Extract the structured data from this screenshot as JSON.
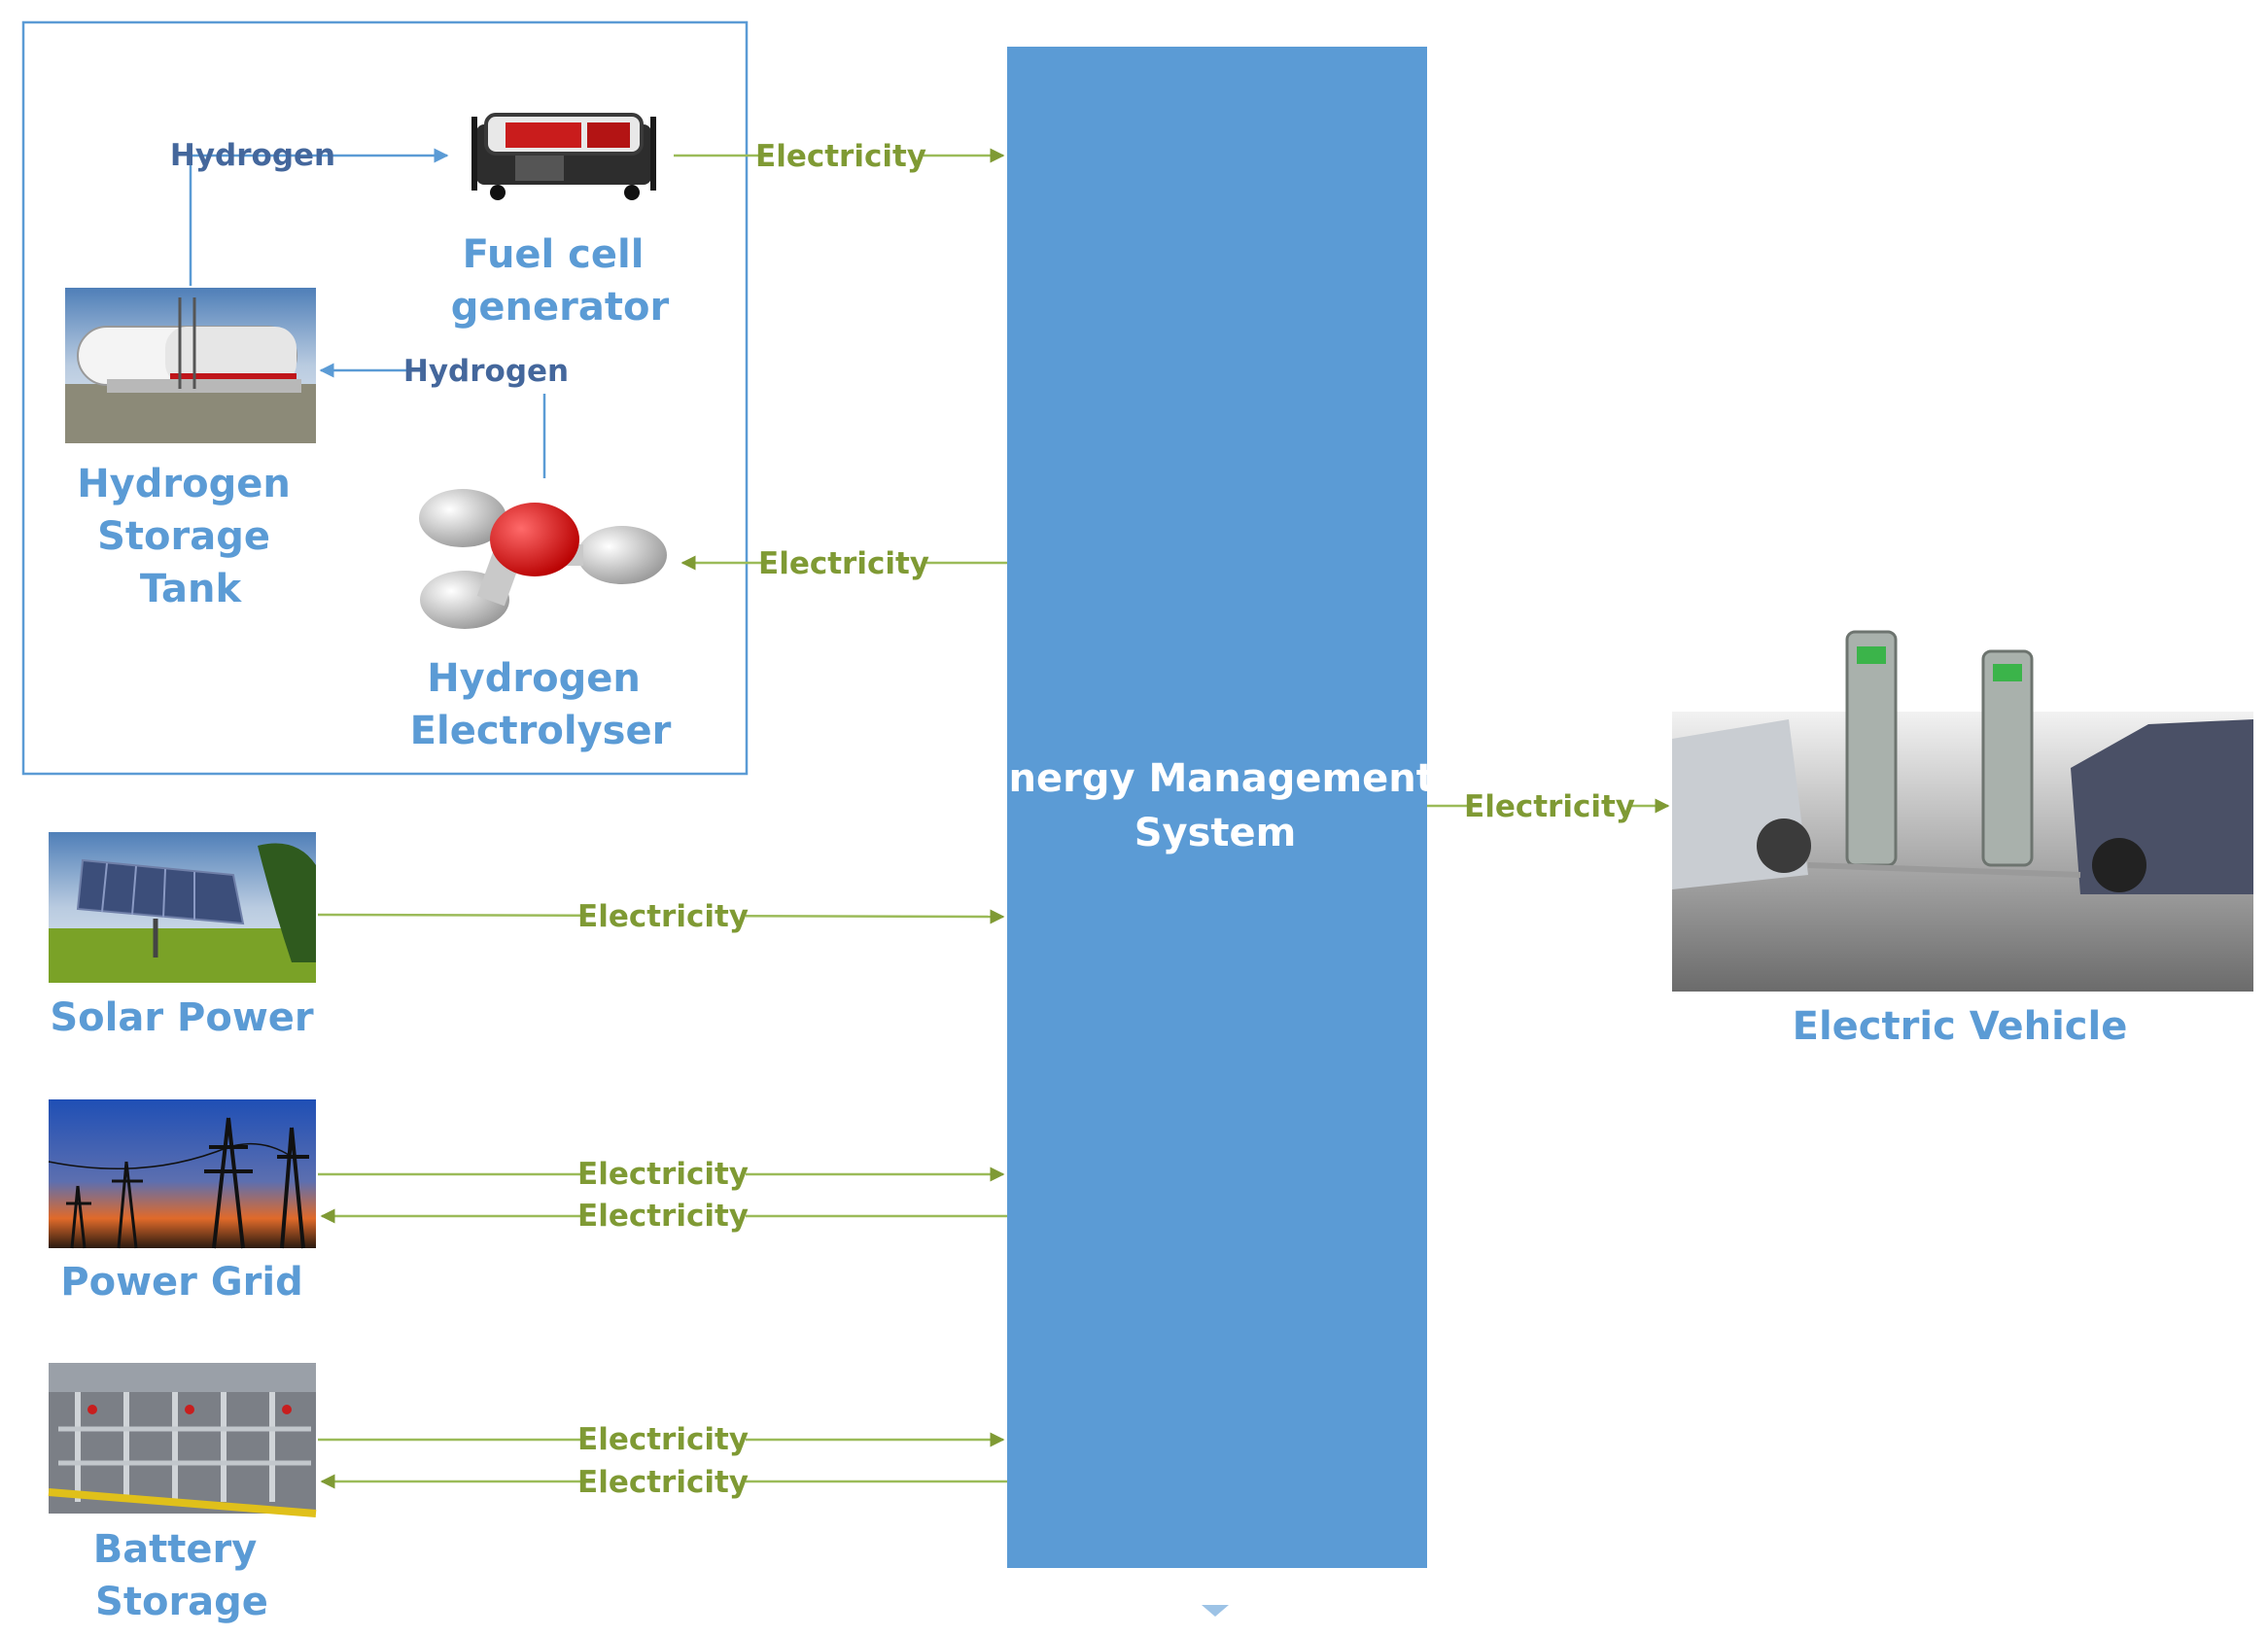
{
  "nodes": {
    "fuel_cell": [
      "Fuel cell",
      "generator"
    ],
    "storage_tank": [
      "Hydrogen",
      "Storage",
      "Tank"
    ],
    "electrolyser": [
      "Hydrogen",
      "Electrolyser"
    ],
    "solar": [
      "Solar Power"
    ],
    "grid": [
      "Power Grid"
    ],
    "battery": [
      "Battery",
      "Storage"
    ],
    "ems": [
      "Energy Management",
      "System"
    ],
    "ev": [
      "Electric Vehicle"
    ]
  },
  "flows": {
    "hydrogen": "Hydrogen",
    "electricity": "Electricity"
  },
  "colors": {
    "node_text": "#5b9bd5",
    "ems_fill": "#5b9bd5",
    "electricity_line": "#9bbb59",
    "electricity_text": "#7f9a34",
    "hydrogen_text": "#44679c"
  },
  "icons": [
    "generator-icon",
    "hydrogen-tank-icon",
    "water-molecule-icon",
    "solar-panel-icon",
    "power-pylon-icon",
    "battery-rack-icon",
    "ev-charging-icon"
  ]
}
